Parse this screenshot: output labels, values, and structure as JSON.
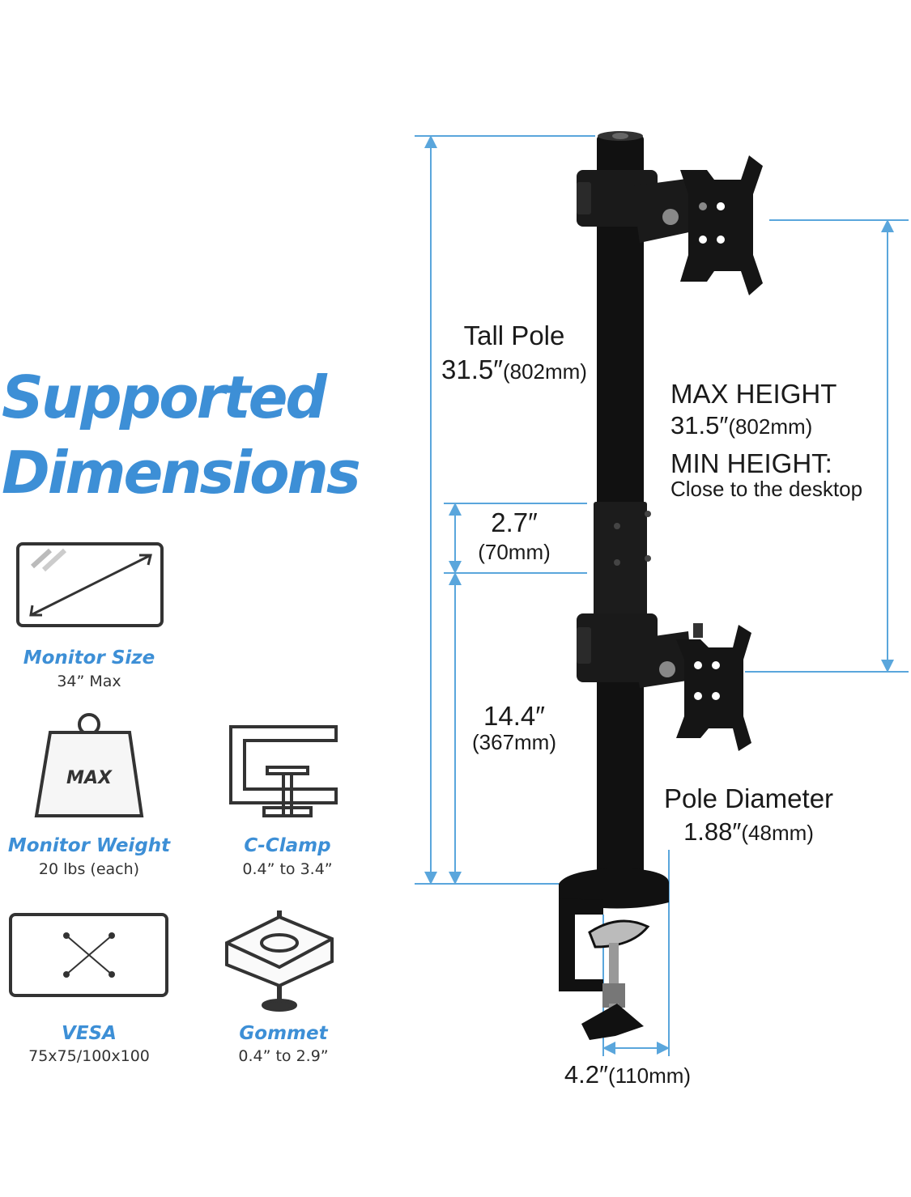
{
  "heading": {
    "line1": "Supported",
    "line2": "Dimensions"
  },
  "features": {
    "monitor_size": {
      "name": "Monitor Size",
      "value": "34” Max"
    },
    "monitor_weight": {
      "name": "Monitor Weight",
      "value": "20 lbs (each)",
      "icon_text": "MAX"
    },
    "c_clamp": {
      "name": "C-Clamp",
      "value": "0.4” to 3.4”"
    },
    "vesa": {
      "name": "VESA",
      "value": "75x75/100x100"
    },
    "grommet": {
      "name": "Gommet",
      "value": "0.4” to 2.9”"
    }
  },
  "dimensions": {
    "tall_pole": {
      "label": "Tall Pole",
      "value": "31.5″",
      "mm": "(802mm)"
    },
    "max_height": {
      "label": "MAX HEIGHT",
      "value": "31.5″",
      "mm": "(802mm)"
    },
    "min_height": {
      "label": "MIN HEIGHT:",
      "note": "Close to the desktop"
    },
    "arm_gap": {
      "value": "2.7″",
      "mm": "(70mm)"
    },
    "lower_section": {
      "value": "14.4″",
      "mm": "(367mm)"
    },
    "pole_diameter": {
      "label": "Pole Diameter",
      "value": "1.88″",
      "mm": "(48mm)"
    },
    "clamp_width": {
      "value": "4.2″",
      "mm": "(110mm)"
    }
  },
  "colors": {
    "accent": "#3d8fd6",
    "dimension_line": "#5aa6dc",
    "product": "#111111"
  }
}
